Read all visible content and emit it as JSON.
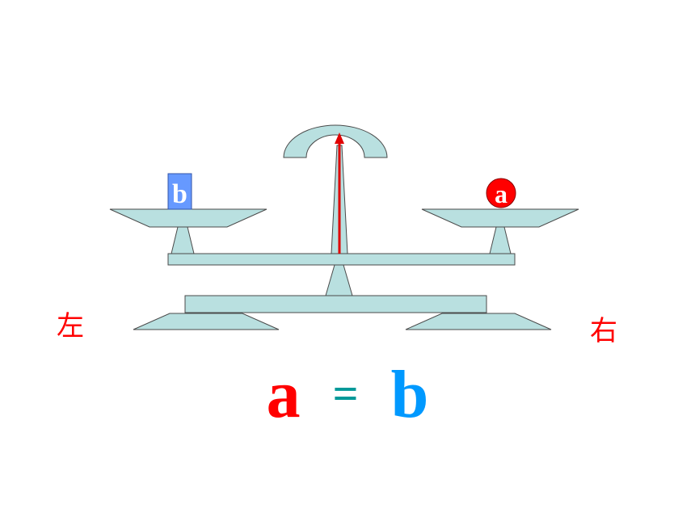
{
  "left_label": "左",
  "right_label": "右",
  "left_weight_label": "b",
  "right_weight_label": "a",
  "equation": {
    "lhs": "a",
    "op": "=",
    "rhs": "b"
  },
  "colors": {
    "scale_fill": "#b9e0e0",
    "scale_stroke": "#4a4a4a",
    "pointer": "#e00000",
    "side_label": "#ff0000",
    "weight_b_fill": "#6699ff",
    "weight_a_fill": "#ff0000",
    "eq_a": "#ff0000",
    "eq_op": "#009999",
    "eq_b": "#0099ff"
  }
}
